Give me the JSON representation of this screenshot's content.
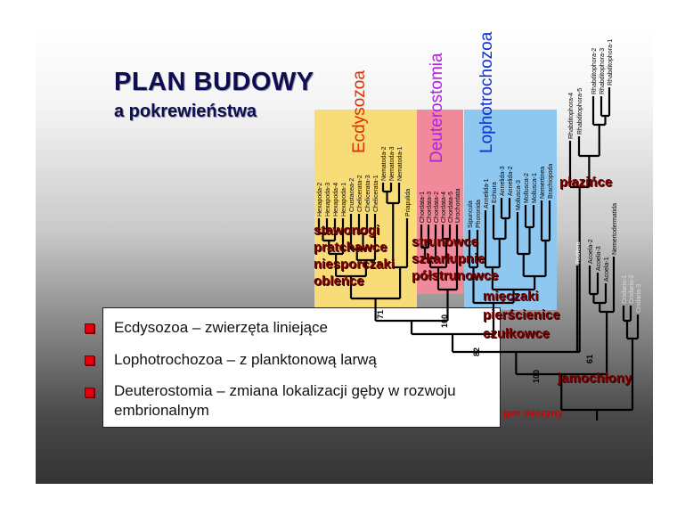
{
  "title": "PLAN BUDOWY",
  "subtitle": "a pokrewieństwa",
  "clades": {
    "ecdysozoa": "Ecdysozoa",
    "deuterostomia": "Deuterostomia",
    "lophotrochozoa": "Lophotrochozoa"
  },
  "colors": {
    "ecdysozoa_bg": "#f8dc78",
    "deuterostomia_bg": "#f08a9a",
    "lophotrochozoa_bg": "#8ec8f0",
    "ecdysozoa_text": "#e03000",
    "deuterostomia_text": "#b020e0",
    "lophotrochozoa_text": "#1030d0"
  },
  "bullets": [
    "Ecdysozoa – zwierzęta liniejące",
    "Lophotrochozoa – z planktonową larwą",
    "Deuterostomia – zmiana lokalizacji gęby w rozwoju embrionalnym"
  ],
  "group_labels": {
    "stawonogi": "stawonogi",
    "pratchawce": "pratchawce",
    "niesporczaki": "niesporczaki",
    "obleńce": "obleńce",
    "strunowce": "strunowce",
    "szkarlupnie": "szkarłupnie",
    "polstrunowce": "półstrunowce",
    "mieczaki": "mięczaki",
    "pierscienice": "pierścienice",
    "czulkowce": "czułkowce",
    "plazince": "płazińce",
    "jamochlony": "jamochłony",
    "gen": "gen miozyny"
  },
  "bootstrap": [
    "71",
    "100",
    "82",
    "61",
    "100"
  ],
  "leaves": {
    "ecdysozoa": [
      "Hexapoda-2",
      "Hexapoda-3",
      "Hexapoda-4",
      "Hexapoda-1",
      "Crustacea-2",
      "Chelicerata-2",
      "Chelicerata-3",
      "Chelicerata-1",
      "Nematoda-2",
      "Nematoda-3",
      "Nematoda-1",
      "Priapulida"
    ],
    "deuterostomia": [
      "Chordata-1",
      "Chordata-3",
      "Chordata-2",
      "Chordata-4",
      "Chordata-5",
      "Urochordata"
    ],
    "lophotrochozoa": [
      "Sipuncula",
      "Phoronida",
      "Annelida-1",
      "Echiura",
      "Annelida-3",
      "Annelida-2",
      "Mollusca-3",
      "Mollusca-2",
      "Mollusca-1",
      "Nemertinea",
      "Brachiopoda"
    ],
    "outgroups": [
      "Rhabditophora-4",
      "Rhabditophora-5",
      "Rhabditophora-2",
      "Rhabditophora-3",
      "Rhabditophora-1",
      "Rotifera",
      "Acoela-2",
      "Acoela-3",
      "Acoela-1",
      "Nemertodermatida",
      "Cnidaria-1",
      "Cnidaria-2",
      "Cnidaria-3"
    ]
  }
}
